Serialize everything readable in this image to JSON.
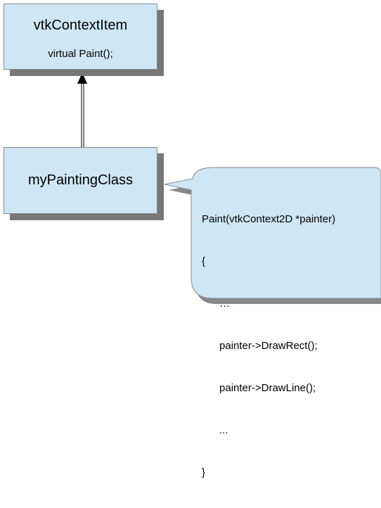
{
  "diagram": {
    "base_class": {
      "name": "vtkContextItem",
      "method": "virtual Paint();"
    },
    "derived_class": {
      "name": "myPaintingClass"
    },
    "code_callout": {
      "lines": [
        "Paint(vtkContext2D *painter)",
        "{",
        "      …",
        "      painter->DrawRect();",
        "      painter->DrawLine();",
        "      ...",
        "}"
      ]
    },
    "colors": {
      "box_fill": "#cfe7f5",
      "box_shadow": "#777777",
      "box_border": "#7d8a93"
    }
  }
}
